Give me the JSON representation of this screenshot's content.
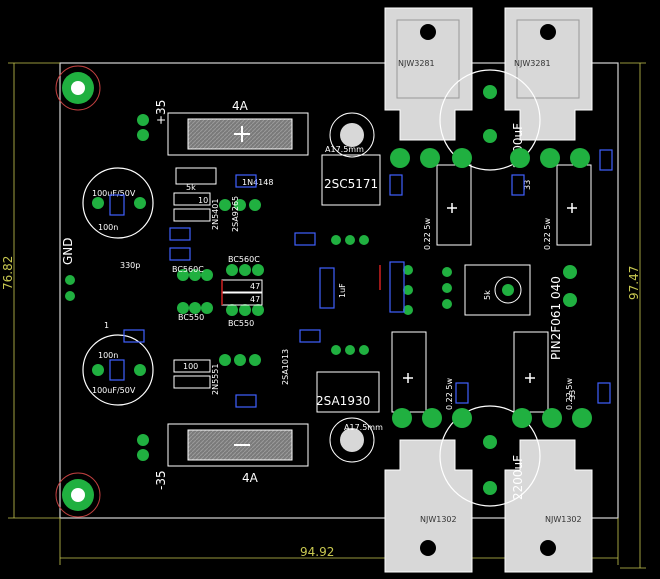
{
  "board": {
    "dimensions": {
      "width": "94.92",
      "height_left": "76.82",
      "height_right": "97.47"
    },
    "labels": {
      "plus35": "+35",
      "minus35": "-35",
      "gnd": "GND",
      "fuse_top": "4A",
      "fuse_bottom": "4A",
      "cap_top": "100uF/50V",
      "cap_bottom": "100uF/50V",
      "cap_100n_top": "100n",
      "cap_100n_bottom": "100n",
      "cap_330p": "330p",
      "cap_1uf": "1uF",
      "cap_2200_top": "2200uF",
      "cap_2200_bottom": "2200uF",
      "res_5k": "5k",
      "res_10": "10",
      "res_47a": "47",
      "res_47b": "47",
      "res_100": "100",
      "res_022_a": "0.22 5w",
      "res_022_b": "0.22 5w",
      "res_022_c": "0.22 5w",
      "res_022_d": "0.22 5w",
      "res_33a": "33",
      "res_33b": "33",
      "q_2sc5171": "2SC5171",
      "q_2sa1930": "2SA1930",
      "q_njw3281_a": "NJW3281",
      "q_njw3281_b": "NJW3281",
      "q_njw1302_a": "NJW1302",
      "q_njw1302_b": "NJW1302",
      "q_bc560_a": "BC560C",
      "q_bc560_b": "BC560C",
      "q_bc550_a": "BC550",
      "q_bc550_b": "BC550",
      "q_2n5551": "2N5551",
      "q_2n5401": "2N5401",
      "q_2sa9265": "2SA9265",
      "q_2sa1013": "2SA1013",
      "d_4148": "1N4148",
      "heatsink_a": "A17.5mm",
      "heatsink_b": "A17.5mm",
      "pin_conn": "PIN2F061 040",
      "pin_num": "1",
      "pot": "5k"
    }
  }
}
